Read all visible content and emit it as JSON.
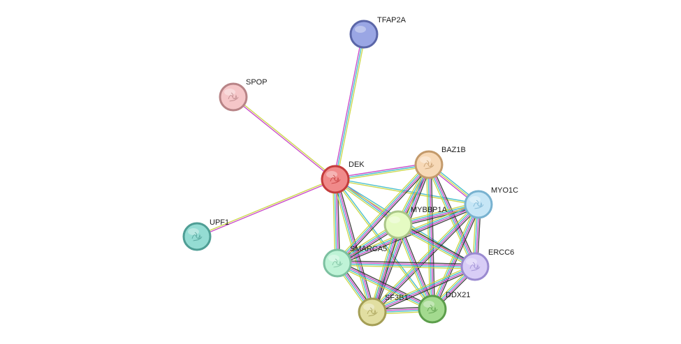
{
  "network": {
    "nodes": [
      {
        "id": "TFAP2A",
        "label": "TFAP2A",
        "color": "#9aa6e4",
        "stroke": "#5b66a8"
      },
      {
        "id": "SPOP",
        "label": "SPOP",
        "color": "#f5c6c8",
        "stroke": "#b88487",
        "icon": "protein-structure-icon"
      },
      {
        "id": "DEK",
        "label": "DEK",
        "color": "#f08a8a",
        "stroke": "#c43c3c",
        "icon": "protein-structure-icon"
      },
      {
        "id": "BAZ1B",
        "label": "BAZ1B",
        "color": "#f7d9b7",
        "stroke": "#c39a6b",
        "icon": "protein-structure-icon"
      },
      {
        "id": "MYO1C",
        "label": "MYO1C",
        "color": "#c6e6f6",
        "stroke": "#78b2d0",
        "icon": "protein-structure-icon"
      },
      {
        "id": "UPF1",
        "label": "UPF1",
        "color": "#94dcd3",
        "stroke": "#4f9e95",
        "icon": "protein-structure-icon"
      },
      {
        "id": "MYBBP1A",
        "label": "MYBBP1A",
        "color": "#e5fbc3",
        "stroke": "#aac688"
      },
      {
        "id": "SMARCA5",
        "label": "SMARCA5",
        "color": "#bff3d7",
        "stroke": "#7cc0a0",
        "icon": "protein-structure-icon"
      },
      {
        "id": "ERCC6",
        "label": "ERCC6",
        "color": "#d8cdf6",
        "stroke": "#9a8ad0",
        "icon": "protein-structure-icon"
      },
      {
        "id": "SF3B1",
        "label": "SF3B1",
        "color": "#e1dea1",
        "stroke": "#a49e55",
        "icon": "protein-structure-icon"
      },
      {
        "id": "DDX21",
        "label": "DDX21",
        "color": "#a3da8f",
        "stroke": "#5c9e4b",
        "icon": "protein-structure-icon"
      }
    ],
    "edges": [
      {
        "source": "DEK",
        "target": "TFAP2A",
        "colors": [
          "#c43cc4",
          "#36b8c8",
          "#c8d43c"
        ]
      },
      {
        "source": "DEK",
        "target": "SPOP",
        "colors": [
          "#c43cc4",
          "#c8d43c"
        ]
      },
      {
        "source": "DEK",
        "target": "UPF1",
        "colors": [
          "#c43cc4",
          "#c8d43c"
        ]
      },
      {
        "source": "DEK",
        "target": "BAZ1B",
        "colors": [
          "#c43cc4",
          "#36b8c8",
          "#c8d43c"
        ]
      },
      {
        "source": "DEK",
        "target": "MYO1C",
        "colors": [
          "#36b8c8",
          "#c8d43c"
        ]
      },
      {
        "source": "DEK",
        "target": "MYBBP1A",
        "colors": [
          "#c43cc4",
          "#36b8c8",
          "#c8d43c"
        ]
      },
      {
        "source": "DEK",
        "target": "SMARCA5",
        "colors": [
          "#333333",
          "#c43cc4",
          "#36b8c8",
          "#c8d43c"
        ]
      },
      {
        "source": "DEK",
        "target": "ERCC6",
        "colors": [
          "#36b8c8",
          "#c8d43c"
        ]
      },
      {
        "source": "DEK",
        "target": "SF3B1",
        "colors": [
          "#333333",
          "#c43cc4",
          "#36b8c8",
          "#c8d43c"
        ]
      },
      {
        "source": "DEK",
        "target": "DDX21",
        "colors": [
          "#36b8c8",
          "#c8d43c"
        ]
      },
      {
        "source": "BAZ1B",
        "target": "MYO1C",
        "colors": [
          "#36b8c8",
          "#c8d43c",
          "#c43cc4"
        ]
      },
      {
        "source": "BAZ1B",
        "target": "MYBBP1A",
        "colors": [
          "#333333",
          "#c43cc4",
          "#36b8c8",
          "#c8d43c"
        ]
      },
      {
        "source": "BAZ1B",
        "target": "SMARCA5",
        "colors": [
          "#333333",
          "#c43cc4",
          "#36b8c8",
          "#c8d43c"
        ]
      },
      {
        "source": "BAZ1B",
        "target": "ERCC6",
        "colors": [
          "#333333",
          "#c43cc4",
          "#36b8c8",
          "#c8d43c"
        ]
      },
      {
        "source": "BAZ1B",
        "target": "SF3B1",
        "colors": [
          "#333333",
          "#c43cc4",
          "#36b8c8",
          "#c8d43c"
        ]
      },
      {
        "source": "BAZ1B",
        "target": "DDX21",
        "colors": [
          "#333333",
          "#c43cc4",
          "#36b8c8",
          "#c8d43c"
        ]
      },
      {
        "source": "MYO1C",
        "target": "MYBBP1A",
        "colors": [
          "#333333",
          "#c43cc4",
          "#36b8c8",
          "#c8d43c"
        ]
      },
      {
        "source": "MYO1C",
        "target": "SMARCA5",
        "colors": [
          "#333333",
          "#c43cc4",
          "#36b8c8",
          "#c8d43c"
        ]
      },
      {
        "source": "MYO1C",
        "target": "ERCC6",
        "colors": [
          "#333333",
          "#c43cc4",
          "#36b8c8",
          "#c8d43c"
        ]
      },
      {
        "source": "MYO1C",
        "target": "SF3B1",
        "colors": [
          "#333333",
          "#c43cc4",
          "#36b8c8",
          "#c8d43c"
        ]
      },
      {
        "source": "MYO1C",
        "target": "DDX21",
        "colors": [
          "#333333",
          "#c43cc4",
          "#36b8c8",
          "#c8d43c"
        ]
      },
      {
        "source": "MYBBP1A",
        "target": "SMARCA5",
        "colors": [
          "#333333",
          "#c43cc4",
          "#36b8c8",
          "#c8d43c"
        ]
      },
      {
        "source": "MYBBP1A",
        "target": "ERCC6",
        "colors": [
          "#333333",
          "#c43cc4",
          "#36b8c8",
          "#c8d43c"
        ]
      },
      {
        "source": "MYBBP1A",
        "target": "SF3B1",
        "colors": [
          "#333333",
          "#c43cc4",
          "#36b8c8",
          "#c8d43c"
        ]
      },
      {
        "source": "MYBBP1A",
        "target": "DDX21",
        "colors": [
          "#333333",
          "#c43cc4",
          "#36b8c8",
          "#c8d43c"
        ]
      },
      {
        "source": "SMARCA5",
        "target": "ERCC6",
        "colors": [
          "#333333",
          "#c43cc4",
          "#36b8c8",
          "#c8d43c"
        ]
      },
      {
        "source": "SMARCA5",
        "target": "SF3B1",
        "colors": [
          "#333333",
          "#c43cc4",
          "#36b8c8",
          "#c8d43c"
        ]
      },
      {
        "source": "SMARCA5",
        "target": "DDX21",
        "colors": [
          "#333333",
          "#c43cc4",
          "#36b8c8",
          "#c8d43c"
        ]
      },
      {
        "source": "ERCC6",
        "target": "SF3B1",
        "colors": [
          "#333333",
          "#c43cc4",
          "#36b8c8",
          "#c8d43c"
        ]
      },
      {
        "source": "ERCC6",
        "target": "DDX21",
        "colors": [
          "#333333",
          "#c43cc4",
          "#36b8c8",
          "#c8d43c"
        ]
      },
      {
        "source": "SF3B1",
        "target": "DDX21",
        "colors": [
          "#333333",
          "#c43cc4",
          "#36b8c8",
          "#c8d43c"
        ]
      }
    ]
  }
}
